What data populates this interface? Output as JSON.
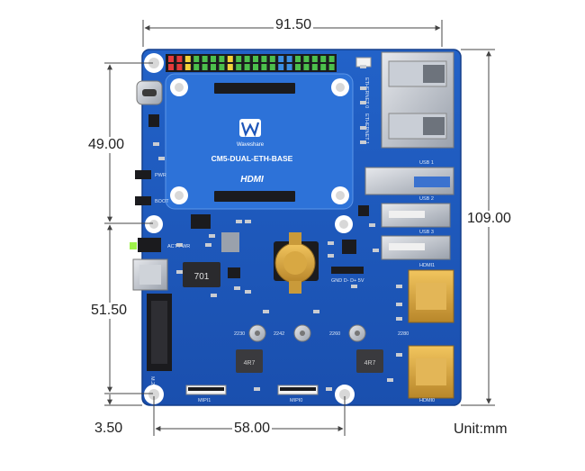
{
  "dimensions": {
    "top_width": "91.50",
    "left_upper": "49.00",
    "left_lower": "51.50",
    "right_height": "109.00",
    "bottom_width": "58.00",
    "bottom_offset": "3.50",
    "unit": "Unit:mm"
  },
  "board": {
    "name": "CM5-DUAL-ETH-BASE",
    "brand": "Waveshare",
    "hdmi_logo": "HDMI",
    "chip_marking": "701",
    "inductor_marking": "4R7",
    "labels": {
      "eth0": "ETHERNET 0",
      "eth1": "ETHERNET 1",
      "usb1": "USB 1",
      "usb2": "USB 2",
      "usb3": "USB 3",
      "hdmi1": "HDMI1",
      "hdmi0": "HDMI0",
      "pwr": "PWR",
      "boot": "BOOT",
      "led": "ACT PWR",
      "gnd_pins": "GND D- D+ 5V",
      "mipi1": "MIPI1",
      "mipi0": "MIPI0",
      "m2": "M.2",
      "m2_2230": "2230",
      "m2_2242": "2242",
      "m2_2260": "2260",
      "m2_2280": "2280"
    }
  },
  "colors": {
    "pcb": "#1d55b8",
    "pcb_edge": "#143f8c",
    "dim_line": "#444444",
    "gold": "#c99a3a"
  }
}
